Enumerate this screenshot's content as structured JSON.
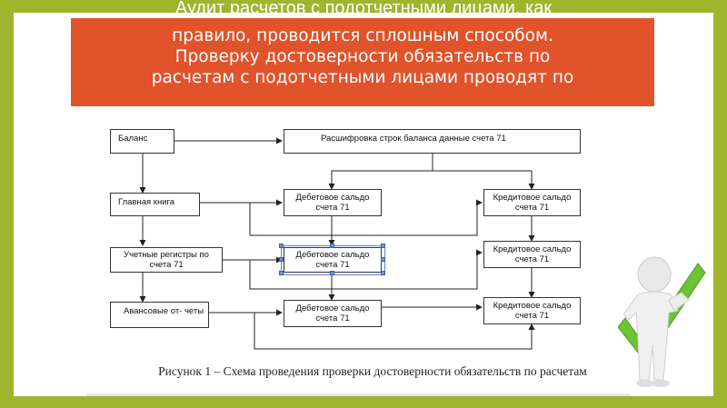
{
  "slide": {
    "top_overflow_text": "Аудит расчетов с подотчетными лицами, как",
    "banner_lines": [
      "правило, проводится сплошным способом.",
      "Проверку достоверности обязательств по",
      "расчетам с подотчетными лицами проводят по"
    ]
  },
  "diagram": {
    "nodes": {
      "balance": "Баланс",
      "decoding": "Расшифровка строк баланса данные счета 71",
      "ledger": "Главная книга",
      "registers": "Учетные регистры по счета 71",
      "advance": "Авансовые от- четы",
      "debit1": "Дебетовое сальдо счета 71",
      "debit2": "Дебетовое сальдо счета 71",
      "debit3": "Дебетовое сальдо счета 71",
      "credit1": "Кредитовое сальдо счета 71",
      "credit2": "Кредитовое сальдо счета 71",
      "credit3": "Кредитовое сальдо счета 71"
    },
    "caption": "Рисунок 1 – Схема проведения проверки достоверности обязательств по расчетам"
  },
  "colors": {
    "frame": "#9fb52e",
    "banner": "#e0532b",
    "check": "#6cc334"
  },
  "icons": {
    "figure": "person-with-checkmark-icon"
  }
}
